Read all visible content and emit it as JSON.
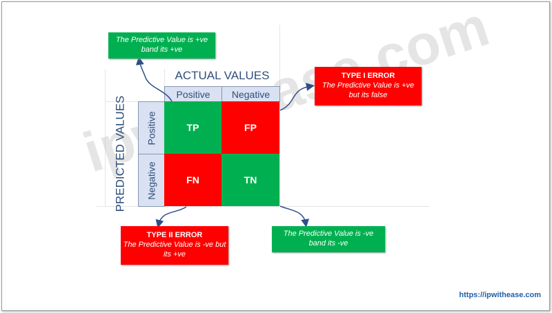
{
  "matrix": {
    "actual_title": "ACTUAL VALUES",
    "predicted_title": "PREDICTED VALUES",
    "actual_headers": [
      "Positive",
      "Negative"
    ],
    "predicted_headers": [
      "Positive",
      "Negative"
    ],
    "cells": {
      "tp": "TP",
      "fp": "FP",
      "fn": "FN",
      "tn": "TN"
    }
  },
  "callouts": {
    "tp": {
      "text1": "The Predictive Value is +ve",
      "text2": "band its +ve"
    },
    "fp": {
      "title": "TYPE I ERROR",
      "text1": "The Predictive Value is +ve",
      "text2": "but its false"
    },
    "fn": {
      "title": "TYPE II ERROR",
      "text1": "The Predictive Value is -ve but",
      "text2": "its +ve"
    },
    "tn": {
      "text1": "The Predictive Value is -ve",
      "text2": "band its -ve"
    }
  },
  "watermark": "ipwithease.com",
  "footer_url": "https://ipwithease.com",
  "colors": {
    "positive": "#00b050",
    "negative": "#ff0000",
    "header": "#d9e1f2",
    "arrow": "#2f4e8a"
  }
}
